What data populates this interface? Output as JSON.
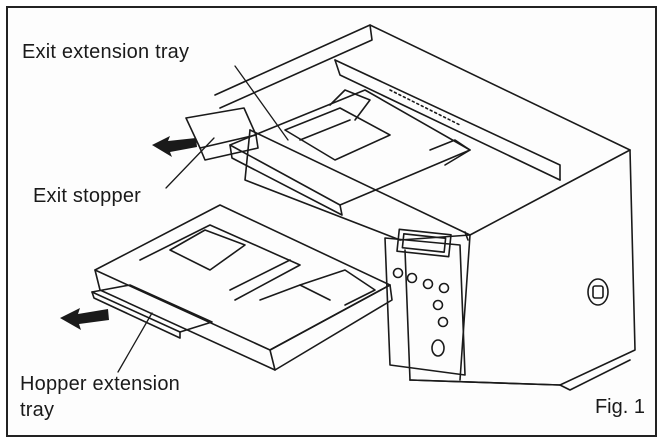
{
  "labels": {
    "exit_extension_tray": "Exit extension tray",
    "exit_stopper": "Exit stopper",
    "hopper_extension_tray_line1": "Hopper extension",
    "hopper_extension_tray_line2": "tray"
  },
  "figure_caption": "Fig. 1",
  "colors": {
    "ink": "#1a1a1a",
    "background": "#fdfdfd",
    "arrow": "#1a1a1a"
  }
}
